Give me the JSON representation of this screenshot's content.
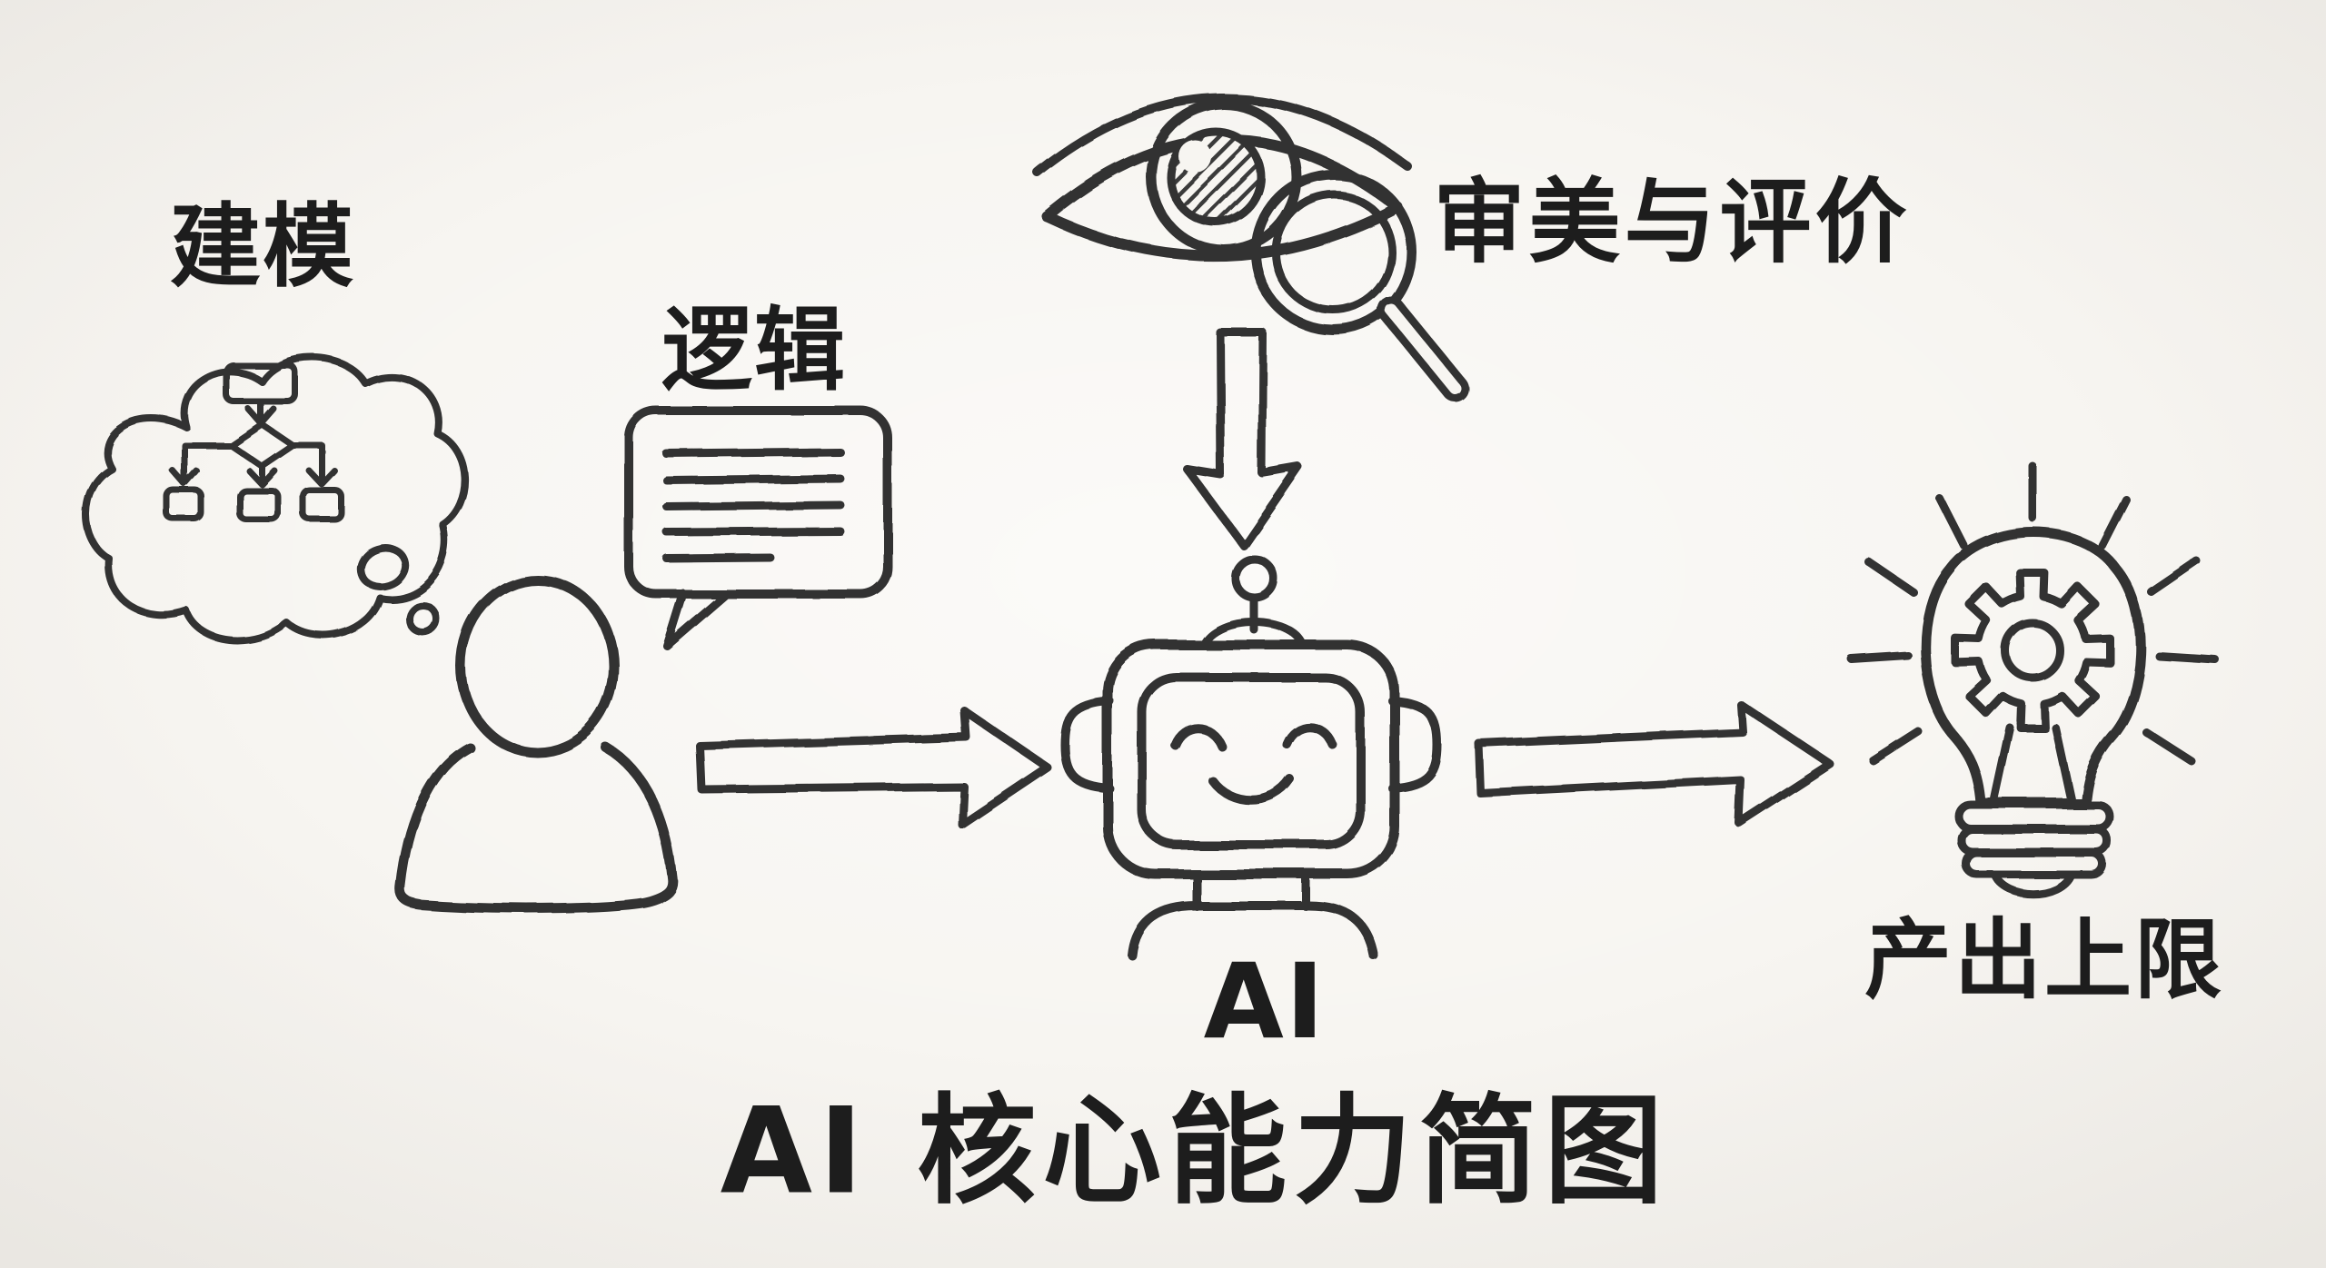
{
  "diagram": {
    "title": "AI 核心能力简图",
    "nodes": [
      {
        "id": "modeling",
        "label": "建模",
        "icon": "thought-cloud-flowchart-icon"
      },
      {
        "id": "logic",
        "label": "逻辑",
        "icon": "speech-bubble-icon"
      },
      {
        "id": "aesthetics",
        "label": "审美与评价",
        "icon": "eye-with-magnifier-icon"
      },
      {
        "id": "ai",
        "label": "AI",
        "icon": "robot-icon"
      },
      {
        "id": "output-ceiling",
        "label": "产出上限",
        "icon": "lightbulb-gear-icon"
      }
    ],
    "edges": [
      {
        "from": "person",
        "to": "ai",
        "style": "hollow-arrow-right"
      },
      {
        "from": "aesthetics",
        "to": "ai",
        "style": "hollow-arrow-down"
      },
      {
        "from": "ai",
        "to": "output-ceiling",
        "style": "hollow-arrow-right"
      }
    ],
    "colors": {
      "ink": "#333333",
      "text": "#1d1d1d",
      "paper": "#f7f5f1"
    }
  }
}
